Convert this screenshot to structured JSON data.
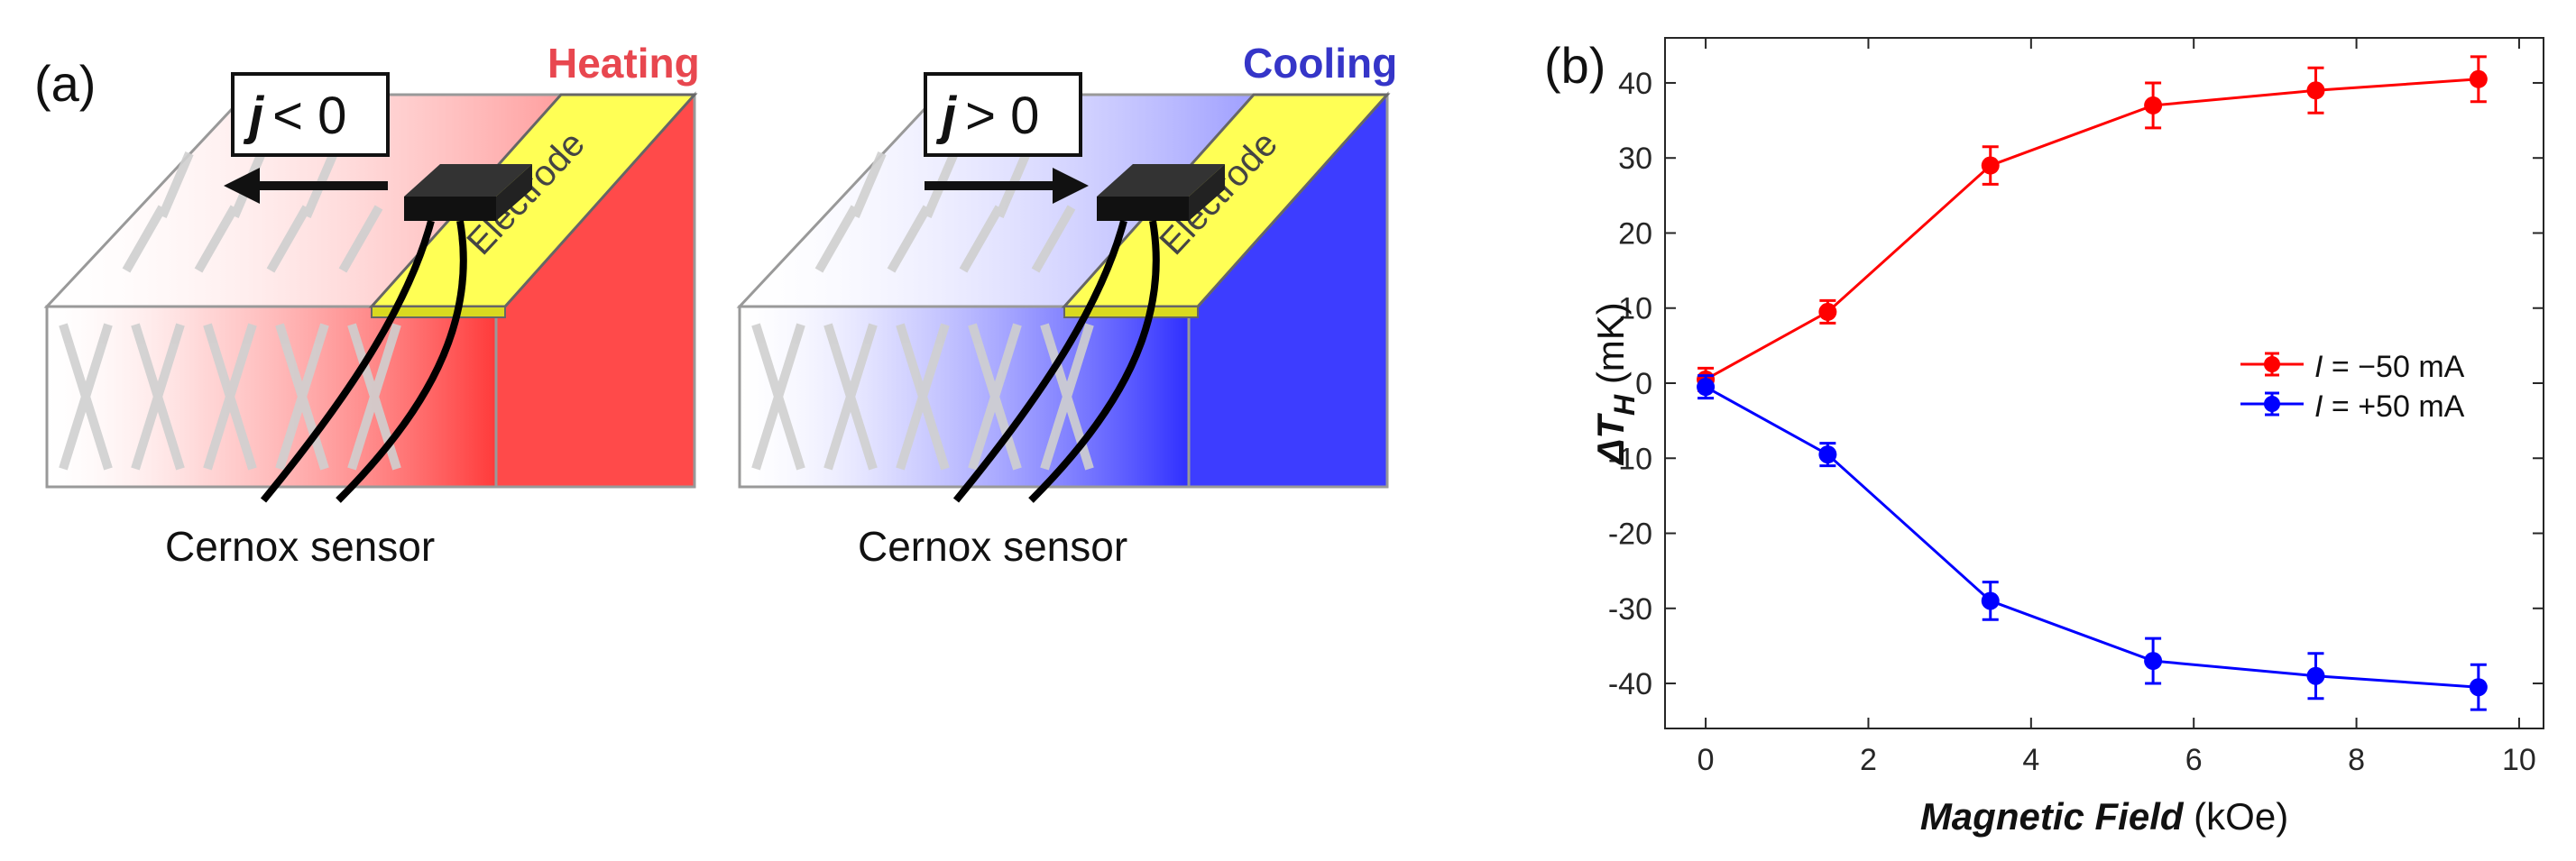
{
  "panel_a": {
    "label": "(a)",
    "left": {
      "title": "Heating",
      "title_color": "#e8474f",
      "current_sym": "j",
      "current_rel": "< 0",
      "electrode": "Electrode",
      "sensor": "Cernox sensor",
      "fill_color": "#ff4a4a"
    },
    "right": {
      "title": "Cooling",
      "title_color": "#3535c8",
      "current_sym": "j",
      "current_rel": "> 0",
      "electrode": "Electrode",
      "sensor": "Cernox sensor",
      "fill_color": "#3d3dff"
    }
  },
  "panel_b": {
    "label": "(b)"
  },
  "chart_data": {
    "type": "line",
    "ylabel_main": "ΔT",
    "ylabel_sub": "H",
    "ylabel_unit": " (mK)",
    "xlabel_main": "Magnetic Field",
    "xlabel_unit": " (kOe)",
    "xlim": [
      -0.5,
      10.3
    ],
    "ylim": [
      -46,
      46
    ],
    "xticks": [
      0,
      2,
      4,
      6,
      8,
      10
    ],
    "yticks": [
      40,
      30,
      20,
      10,
      0,
      -10,
      -20,
      -30,
      -40
    ],
    "grid": false,
    "legend_position": "right",
    "series": [
      {
        "name_italic": "I",
        "name_rest": " = −50 mA",
        "color": "#ff0000",
        "x": [
          0,
          1.5,
          3.5,
          5.5,
          7.5,
          9.5
        ],
        "y": [
          0.5,
          9.5,
          29,
          37,
          39,
          40.5
        ],
        "err": [
          1.5,
          1.5,
          2.5,
          3.0,
          3.0,
          3.0
        ]
      },
      {
        "name_italic": "I",
        "name_rest": " = +50 mA",
        "color": "#0000ff",
        "x": [
          0,
          1.5,
          3.5,
          5.5,
          7.5,
          9.5
        ],
        "y": [
          -0.5,
          -9.5,
          -29,
          -37,
          -39,
          -40.5
        ],
        "err": [
          1.5,
          1.5,
          2.5,
          3.0,
          3.0,
          3.0
        ]
      }
    ]
  }
}
